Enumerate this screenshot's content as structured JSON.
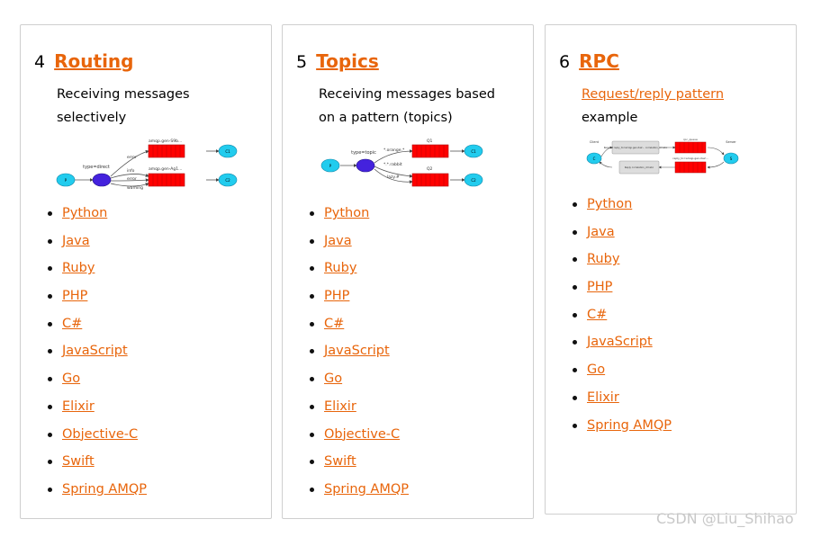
{
  "cards": [
    {
      "number": "4",
      "title": "Routing",
      "description": "Receiving messages selectively",
      "diagram": {
        "producer": "P",
        "exchange_label": "type=direct",
        "queue_names": [
          "amqp.gen-S9b...",
          "amqp.gen-Ag1..."
        ],
        "bindings": [
          "error",
          "info",
          "error",
          "warning"
        ],
        "consumers": [
          "C1",
          "C2"
        ]
      },
      "languages": [
        "Python",
        "Java",
        "Ruby",
        "PHP",
        "C#",
        "JavaScript",
        "Go",
        "Elixir",
        "Objective-C",
        "Swift",
        "Spring AMQP"
      ]
    },
    {
      "number": "5",
      "title": "Topics",
      "description": "Receiving messages based on a pattern (topics)",
      "diagram": {
        "producer": "P",
        "exchange_label": "type=topic",
        "queue_names": [
          "Q1",
          "Q2"
        ],
        "bindings": [
          "*.orange.*",
          "*.*.rabbit",
          "lazy.#"
        ],
        "consumers": [
          "C1",
          "C2"
        ]
      },
      "languages": [
        "Python",
        "Java",
        "Ruby",
        "PHP",
        "C#",
        "JavaScript",
        "Go",
        "Elixir",
        "Objective-C",
        "Swift",
        "Spring AMQP"
      ]
    },
    {
      "number": "6",
      "title": "RPC",
      "description_link": "Request/reply pattern",
      "description_rest": "example",
      "diagram": {
        "client": "Client",
        "server": "Server",
        "client_node": "C",
        "server_node": "S",
        "request_box": "Request reply_to=amqp.gen-Xa2... correlation_id=abc",
        "reply_box": "Reply correlation_id=abc",
        "rpc_queue": "rpc_queue",
        "reply_queue": "reply_to=amqp.gen-Xa2..."
      },
      "languages": [
        "Python",
        "Java",
        "Ruby",
        "PHP",
        "C#",
        "JavaScript",
        "Go",
        "Elixir",
        "Spring AMQP"
      ]
    }
  ],
  "watermark": "CSDN @Liu_Shihao",
  "colors": {
    "link": "#e8650b",
    "queue": "#ff0000",
    "node": "#22ccee",
    "exchange": "#4422dd",
    "border": "#cfcfcf"
  }
}
